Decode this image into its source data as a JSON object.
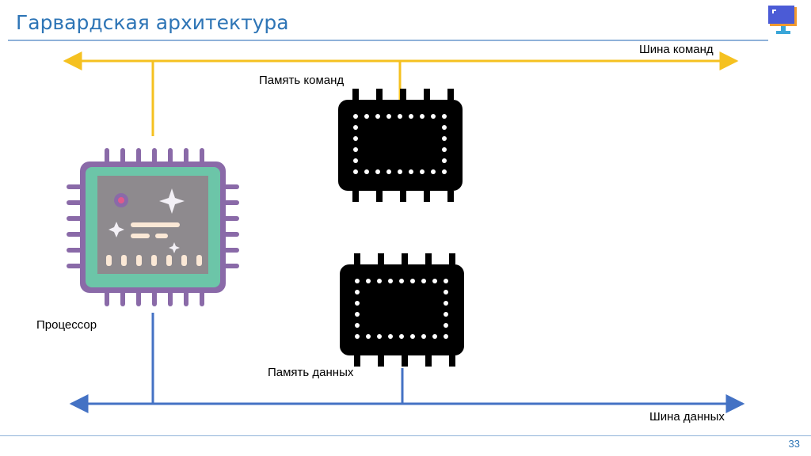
{
  "title": "Гарвардская архитектура",
  "page_number": "33",
  "labels": {
    "instruction_bus": "Шина команд",
    "instruction_memory": "Память команд",
    "processor": "Процессор",
    "data_memory": "Память данных",
    "data_bus": "Шина данных"
  },
  "colors": {
    "instruction_bus": "#f5c120",
    "data_bus": "#4472c4",
    "title": "#2e75b6",
    "cpu_frame": "#8a6aa8",
    "cpu_board": "#6cc5a8",
    "chip": "#000000"
  },
  "icons": {
    "processor": "cpu-chip-icon",
    "memory": "memory-chip-icon",
    "logo": "monitor-logo-icon"
  }
}
